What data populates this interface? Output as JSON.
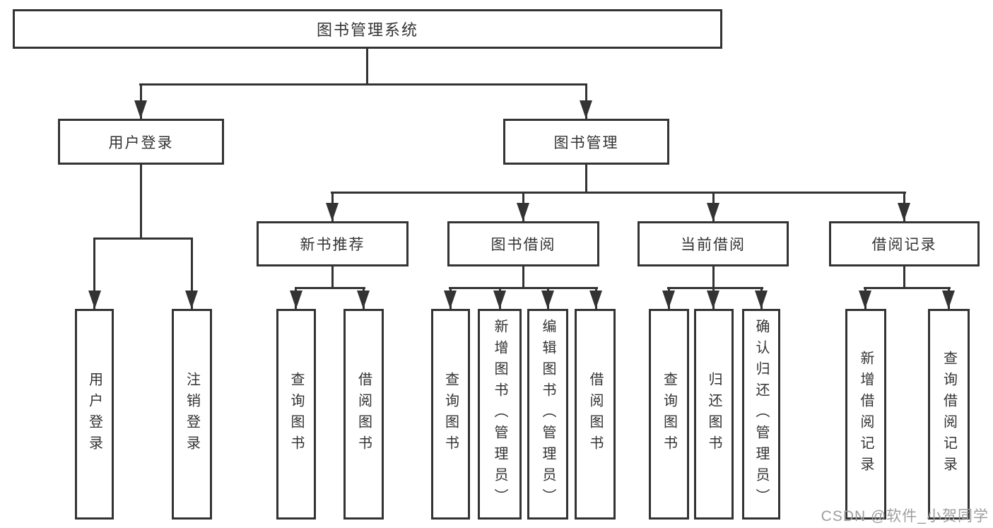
{
  "colors": {
    "line": "#333333",
    "text": "#333333",
    "watermark": "#9e9e9e",
    "background": "#ffffff"
  },
  "watermark": "CSDN @软件_小贺同学",
  "tree": {
    "root": {
      "label": "图书管理系统"
    },
    "branches": [
      {
        "label": "用户登录",
        "children": [
          {
            "label": "用户登录"
          },
          {
            "label": "注销登录"
          }
        ]
      },
      {
        "label": "图书管理",
        "children": [
          {
            "label": "新书推荐",
            "children": [
              {
                "label": "查询图书"
              },
              {
                "label": "借阅图书"
              }
            ]
          },
          {
            "label": "图书借阅",
            "children": [
              {
                "label": "查询图书"
              },
              {
                "label": "新增图书（管理员）"
              },
              {
                "label": "编辑图书（管理员）"
              },
              {
                "label": "借阅图书"
              }
            ]
          },
          {
            "label": "当前借阅",
            "children": [
              {
                "label": "查询图书"
              },
              {
                "label": "归还图书"
              },
              {
                "label": "确认归还（管理员）"
              }
            ]
          },
          {
            "label": "借阅记录",
            "children": [
              {
                "label": "新增借阅记录"
              },
              {
                "label": "查询借阅记录"
              }
            ]
          }
        ]
      }
    ]
  }
}
